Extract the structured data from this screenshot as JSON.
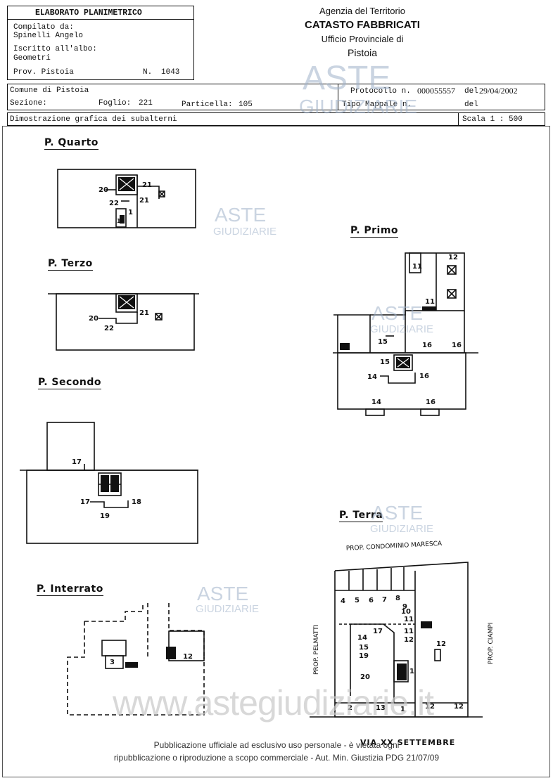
{
  "header": {
    "elaborato": "ELABORATO PLANIMETRICO",
    "compilato_label": "Compilato da:",
    "compilato_value": "Spinelli Angelo",
    "iscritto_label": "Iscritto all'albo:",
    "iscritto_value": "Geometri",
    "prov_label": "Prov. Pistoia",
    "n_label": "N.",
    "n_value": "1043",
    "agency_line1": "Agenzia del Territorio",
    "agency_line2": "CATASTO FABBRICATI",
    "agency_line3": "Ufficio Provinciale di",
    "agency_line4": "Pistoia",
    "comune": "Comune di Pistoia",
    "sezione_label": "Sezione:",
    "foglio_label": "Foglio:",
    "foglio_value": "221",
    "particella_label": "Particella:",
    "particella_value": "105",
    "protocollo_label": "Protocollo n.",
    "protocollo_value": "000055557",
    "del_label": "del",
    "del_value": "29/04/2002",
    "tipo_label": "Tipo Mappale n.",
    "tipo_del_label": "del",
    "dimostrazione": "Dimostrazione grafica dei subalterni",
    "scala": "Scala 1 : 500"
  },
  "floors": {
    "quarto": "P. Quarto",
    "terzo": "P. Terzo",
    "secondo": "P. Secondo",
    "interrato": "P. Interrato",
    "primo": "P. Primo",
    "terra": "P. Terra"
  },
  "plan_labels": {
    "quarto": [
      "20",
      "21",
      "22",
      "21",
      "1",
      "18"
    ],
    "terzo": [
      "20",
      "21",
      "22"
    ],
    "secondo": [
      "17",
      "17",
      "18",
      "19"
    ],
    "interrato": [
      "3",
      "12"
    ],
    "primo": [
      "12",
      "11",
      "11",
      "15",
      "16",
      "16",
      "15",
      "14",
      "16",
      "14",
      "16",
      "16"
    ],
    "terra": [
      "4",
      "5",
      "6",
      "7",
      "8",
      "9",
      "10",
      "11",
      "17",
      "11",
      "12",
      "12",
      "1",
      "14",
      "15",
      "19",
      "20",
      "2",
      "13",
      "1",
      "12",
      "12"
    ]
  },
  "annotations": {
    "terra_top": "PROP. CONDOMINIO MARESCA",
    "terra_left": "PROP. PELMATTI",
    "terra_right": "PROP. CIAMPI",
    "terra_street": "VIA XX SETTEMBRE"
  },
  "watermark": {
    "aste": "ASTE",
    "giudiziarie": "GIUDIZIARIE",
    "url": "www.astegiudiziarie.it"
  },
  "footer": {
    "line1": "Pubblicazione ufficiale ad esclusivo uso personale - è vietata ogni",
    "line2": "ripubblicazione o riproduzione a scopo commerciale - Aut. Min. Giustizia PDG 21/07/09"
  }
}
